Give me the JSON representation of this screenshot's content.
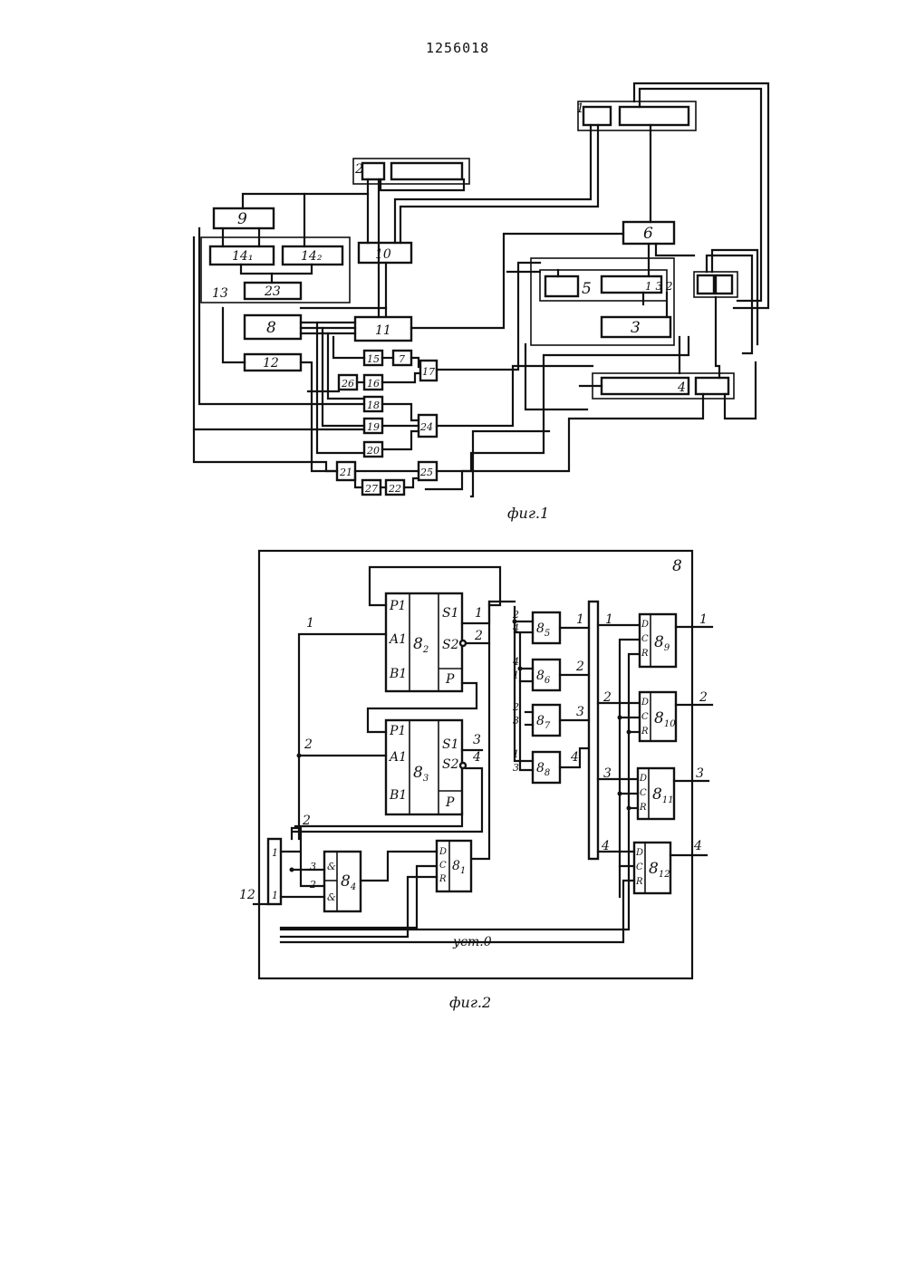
{
  "patent_number": "1256018",
  "fig1": {
    "caption": "фиг.1",
    "blocks": {
      "b1": "1",
      "b2": "2",
      "b3": "3",
      "b4": "4",
      "b5": "5",
      "b6": "6",
      "b7": "7",
      "b8": "8",
      "b9": "9",
      "b10": "10",
      "b11": "11",
      "b12": "12",
      "b13": "13",
      "b14_1": "14₁",
      "b14_2": "14₂",
      "b15": "15",
      "b16": "16",
      "b17": "17",
      "b18": "18",
      "b19": "19",
      "b20": "20",
      "b21": "21",
      "b22": "22",
      "b23": "23",
      "b24": "24",
      "b25": "25",
      "b26": "26",
      "b27": "27",
      "b5_pins": "1 3 2"
    }
  },
  "fig2": {
    "caption": "фиг.2",
    "frame_label": "8",
    "reset_label": "уст.0",
    "input_label": "12",
    "adder_a": {
      "name": "8",
      "sub": "2",
      "pins_left": [
        "P1",
        "A1",
        "B1"
      ],
      "pins_right": [
        "S1",
        "S2",
        "P"
      ]
    },
    "adder_b": {
      "name": "8",
      "sub": "3",
      "pins_left": [
        "P1",
        "A1",
        "B1"
      ],
      "pins_right": [
        "S1",
        "S2",
        "P"
      ]
    },
    "gate4": {
      "name": "8",
      "sub": "4",
      "pins": [
        "&",
        "&"
      ]
    },
    "trig1": {
      "name": "8",
      "sub": "1",
      "pins": [
        "D",
        "C",
        "R"
      ]
    },
    "gates": [
      {
        "name": "8",
        "sub": "5",
        "in": [
          "2",
          "4"
        ],
        "out": "1"
      },
      {
        "name": "8",
        "sub": "6",
        "in": [
          "4",
          "1"
        ],
        "out": "2"
      },
      {
        "name": "8",
        "sub": "7",
        "in": [
          "2",
          "3"
        ],
        "out": "3"
      },
      {
        "name": "8",
        "sub": "8",
        "in": [
          "1",
          "3"
        ],
        "out": "4"
      }
    ],
    "triggers": [
      {
        "name": "8",
        "sub": "9",
        "in": "1",
        "out": "1",
        "pins": [
          "D",
          "C",
          "R"
        ]
      },
      {
        "name": "8",
        "sub": "10",
        "in": "2",
        "out": "2",
        "pins": [
          "D",
          "C",
          "R"
        ]
      },
      {
        "name": "8",
        "sub": "11",
        "in": "3",
        "out": "3",
        "pins": [
          "D",
          "C",
          "R"
        ]
      },
      {
        "name": "8",
        "sub": "12",
        "in": "4",
        "out": "4",
        "pins": [
          "D",
          "C",
          "R"
        ]
      }
    ],
    "wire_labels": {
      "w1": "1",
      "w2": "2",
      "w2b": "2",
      "left1": "1",
      "left1b": "1",
      "in3": "3",
      "in2": "2",
      "a_s1": "1",
      "a_s2": "2",
      "b_s1": "3",
      "b_s2": "4"
    }
  }
}
